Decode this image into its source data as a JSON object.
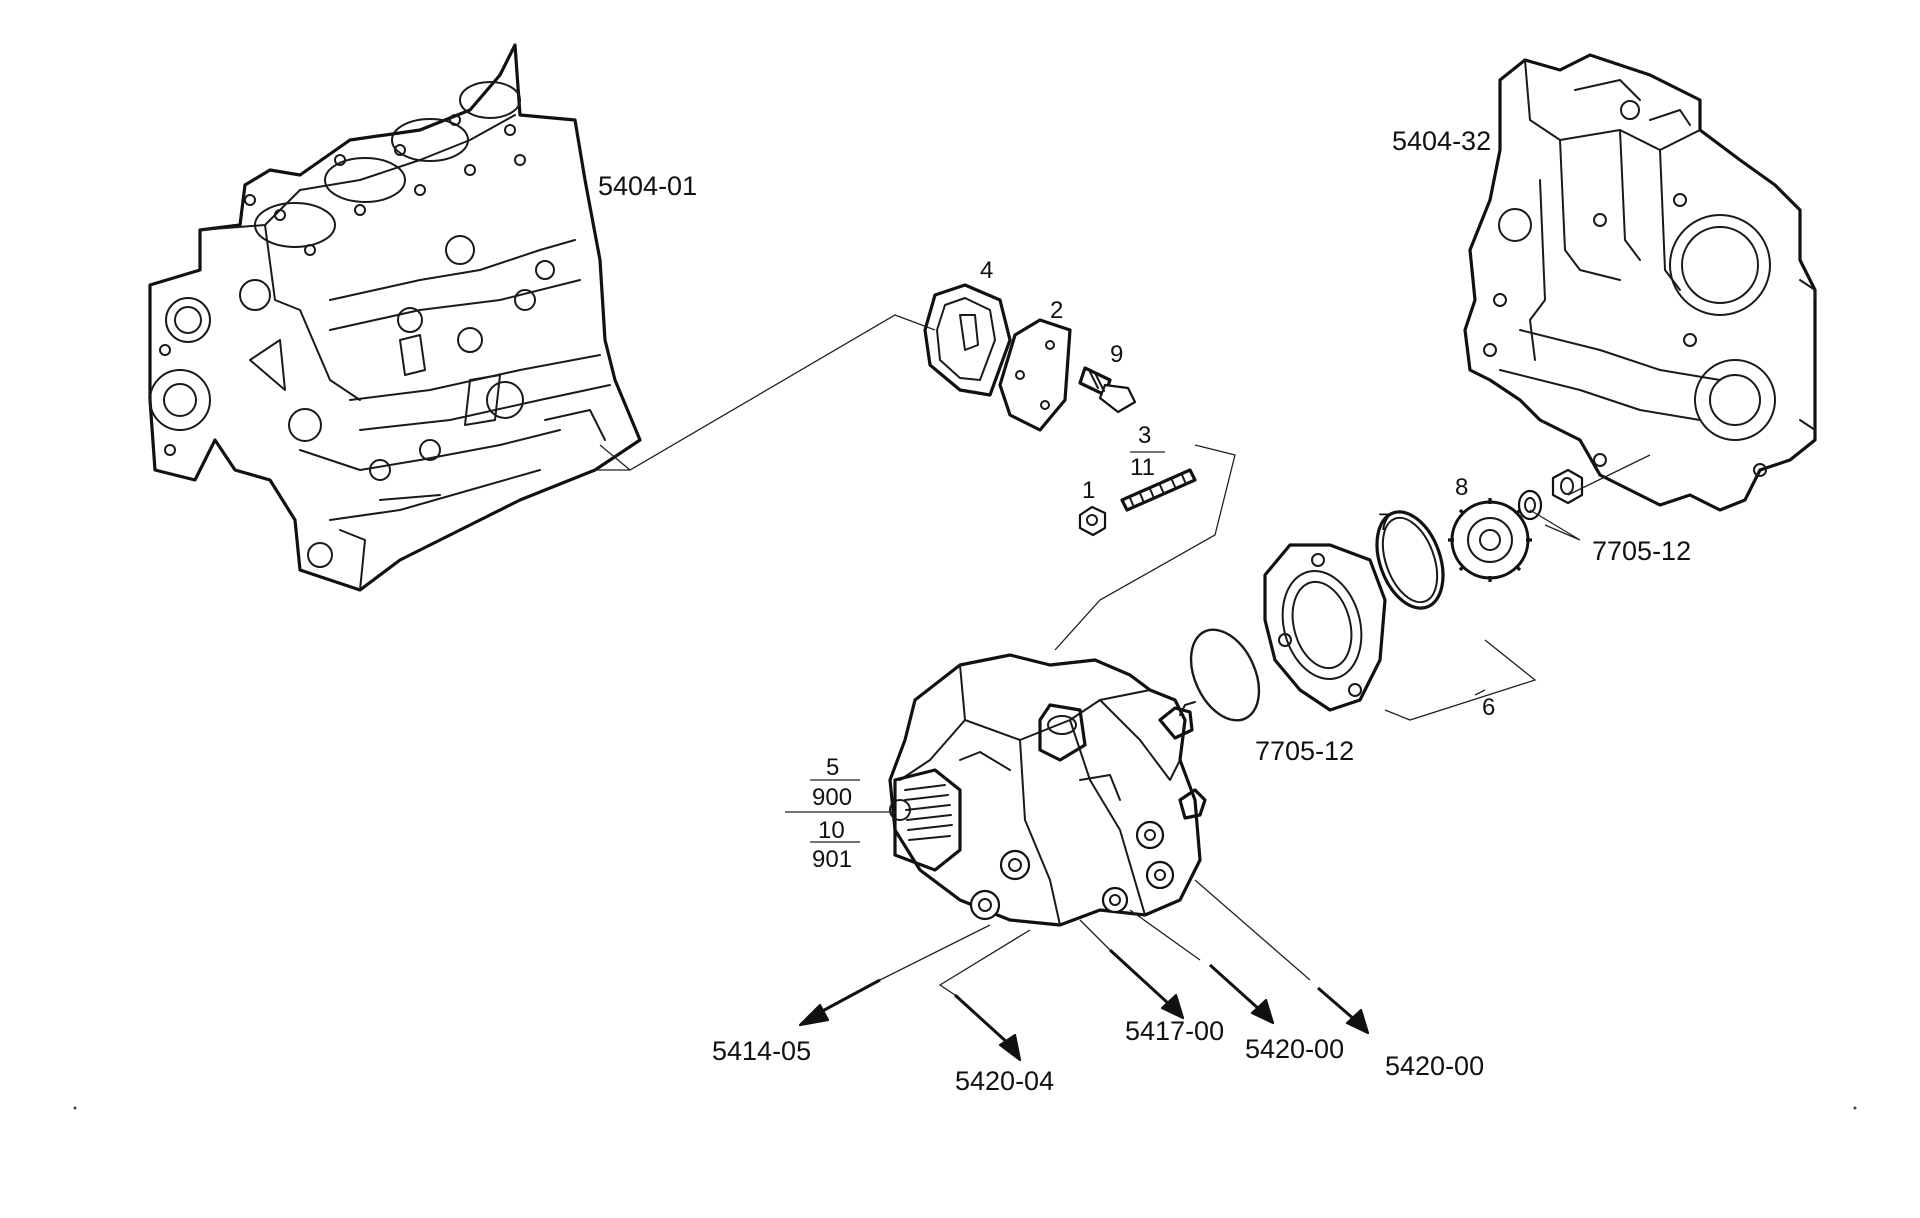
{
  "labels": {
    "block": "5404-01",
    "cover": "5404-32",
    "p1": "1",
    "p2": "2",
    "p3": "3",
    "p4": "4",
    "p6": "6",
    "p7": "7",
    "p8": "8",
    "p9": "9",
    "p11": "11",
    "p5": "5",
    "p900": "900",
    "p10": "10",
    "p901": "901",
    "ref_gear": "7705-12",
    "ref_seal": "7705-12",
    "out_5414": "5414-05",
    "out_5420_04": "5420-04",
    "out_5417": "5417-00",
    "out_5420_a": "5420-00",
    "out_5420_b": "5420-00"
  }
}
